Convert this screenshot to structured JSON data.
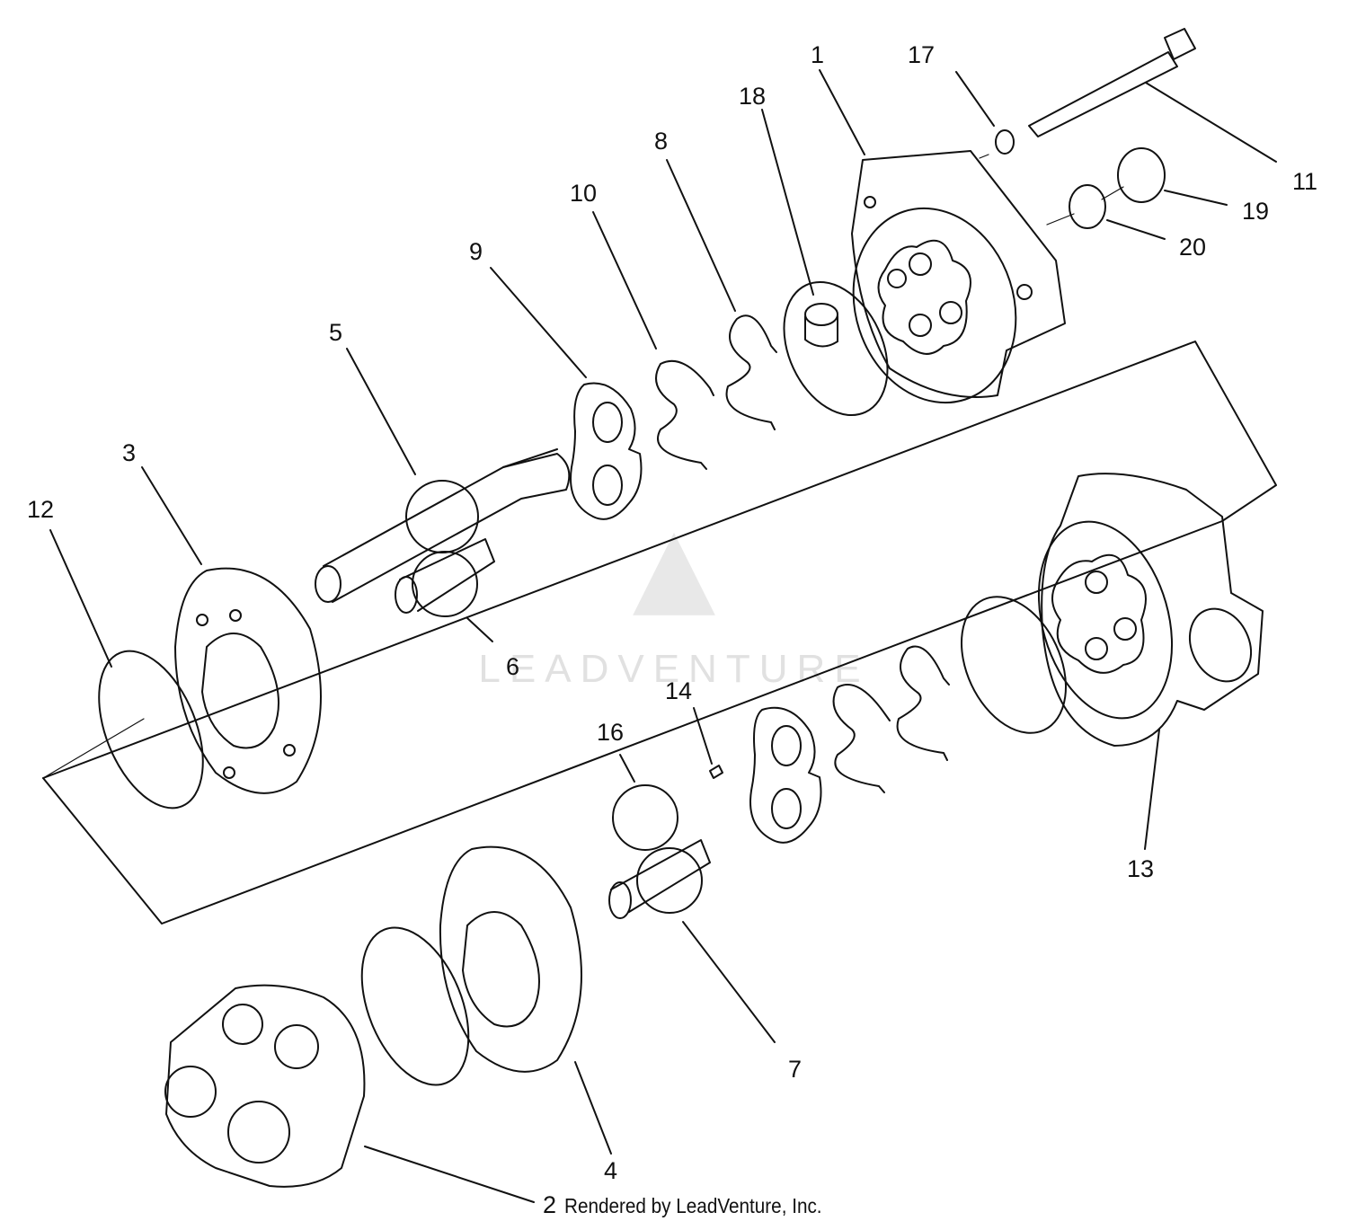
{
  "diagram": {
    "watermark": {
      "text": "LEADVENTURE"
    },
    "credit": "Rendered by LeadVenture, Inc.",
    "callouts": [
      {
        "id": "c1",
        "label": "1"
      },
      {
        "id": "c2",
        "label": "2"
      },
      {
        "id": "c3",
        "label": "3"
      },
      {
        "id": "c4",
        "label": "4"
      },
      {
        "id": "c5",
        "label": "5"
      },
      {
        "id": "c6",
        "label": "6"
      },
      {
        "id": "c7",
        "label": "7"
      },
      {
        "id": "c8",
        "label": "8"
      },
      {
        "id": "c9",
        "label": "9"
      },
      {
        "id": "c10",
        "label": "10"
      },
      {
        "id": "c11",
        "label": "11"
      },
      {
        "id": "c12",
        "label": "12"
      },
      {
        "id": "c13",
        "label": "13"
      },
      {
        "id": "c14",
        "label": "14"
      },
      {
        "id": "c16",
        "label": "16"
      },
      {
        "id": "c17",
        "label": "17"
      },
      {
        "id": "c18",
        "label": "18"
      },
      {
        "id": "c19",
        "label": "19"
      },
      {
        "id": "c20",
        "label": "20"
      }
    ]
  }
}
